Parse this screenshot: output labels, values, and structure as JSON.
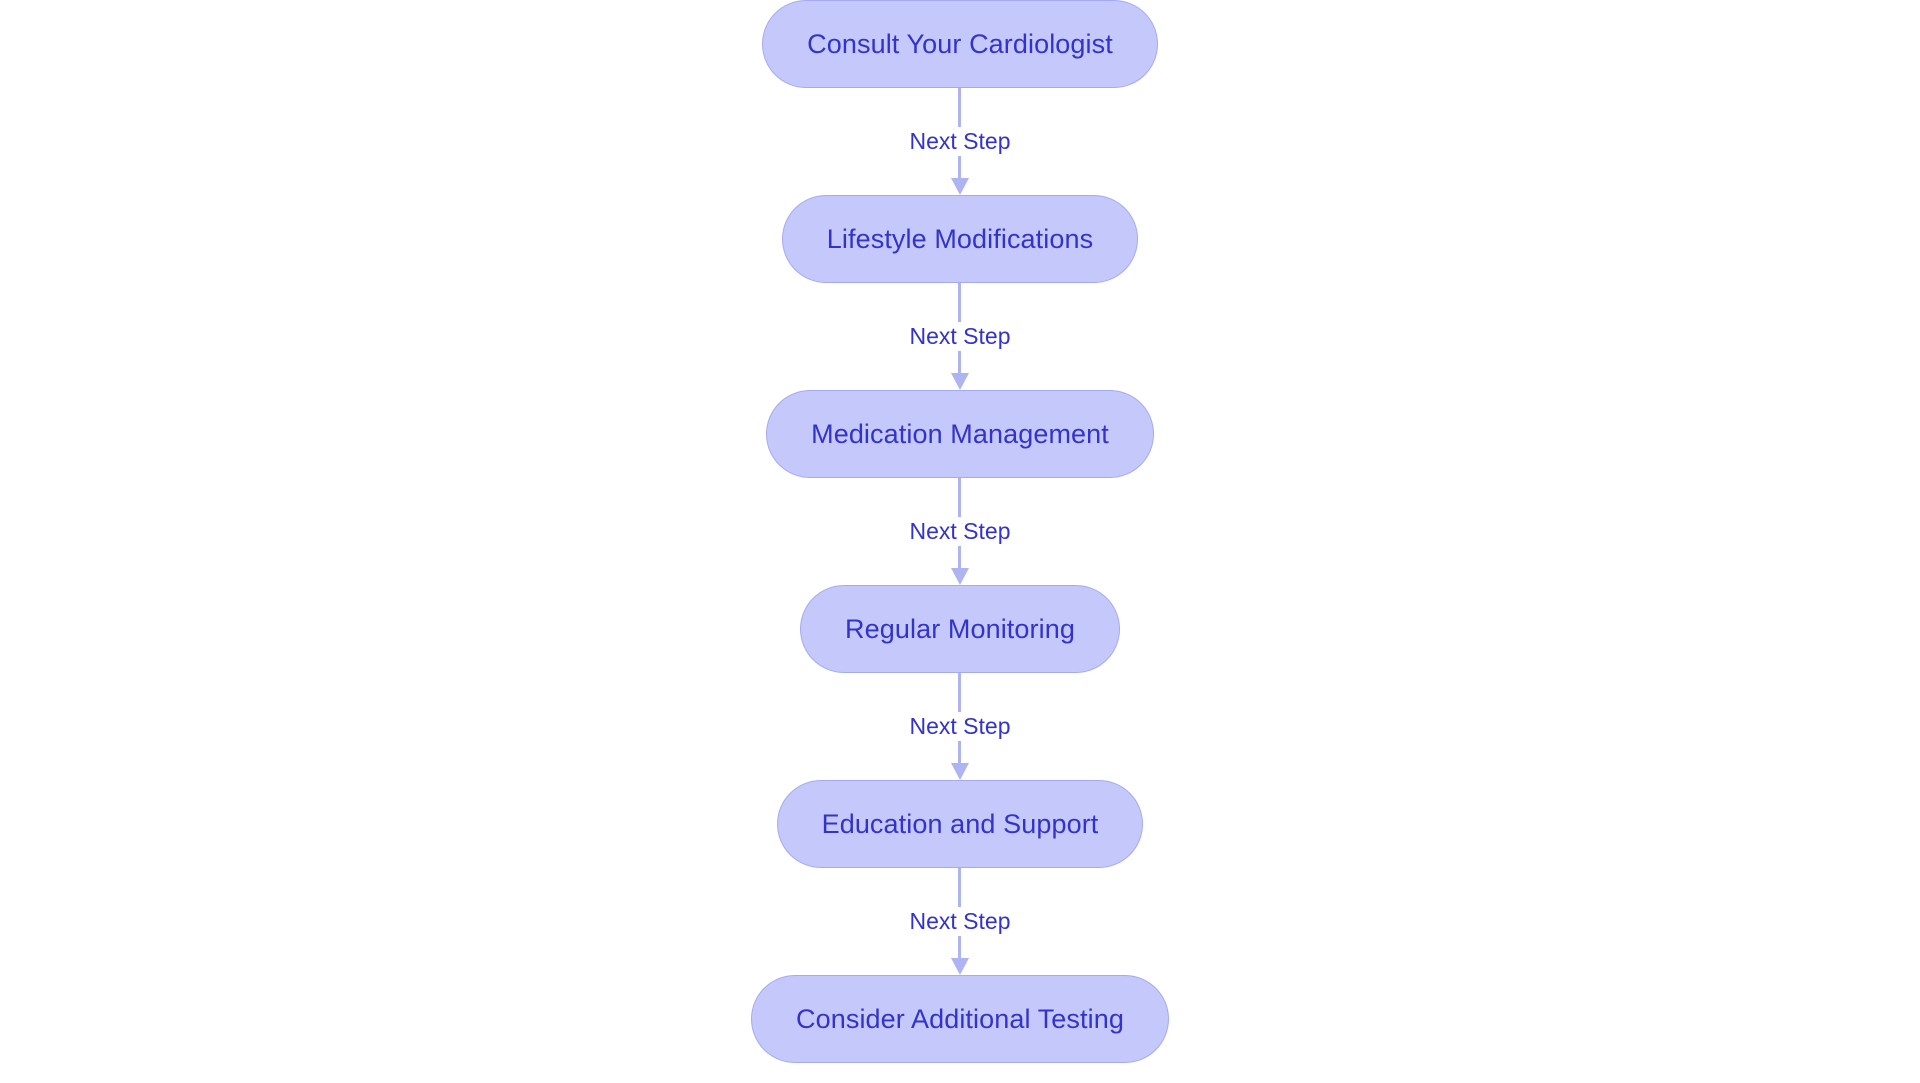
{
  "diagram": {
    "type": "flowchart",
    "orientation": "vertical-top-down",
    "title": "",
    "background_color": "#ffffff",
    "node_fill_color": "#c5c8fa",
    "node_border_color": "#a5aaf0",
    "node_text_color": "#3333cc",
    "edge_color": "#aeb3f2",
    "edge_label_color": "#3333cc",
    "nodes": [
      {
        "id": "n1",
        "label": "Consult Your Cardiologist",
        "shape": "pill"
      },
      {
        "id": "n2",
        "label": "Lifestyle Modifications",
        "shape": "pill"
      },
      {
        "id": "n3",
        "label": "Medication Management",
        "shape": "pill"
      },
      {
        "id": "n4",
        "label": "Regular Monitoring",
        "shape": "pill"
      },
      {
        "id": "n5",
        "label": "Education and Support",
        "shape": "pill"
      },
      {
        "id": "n6",
        "label": "Consider Additional Testing",
        "shape": "pill"
      }
    ],
    "edges": [
      {
        "from": "n1",
        "to": "n2",
        "label": "Next Step",
        "arrow": "down"
      },
      {
        "from": "n2",
        "to": "n3",
        "label": "Next Step",
        "arrow": "down"
      },
      {
        "from": "n3",
        "to": "n4",
        "label": "Next Step",
        "arrow": "down"
      },
      {
        "from": "n4",
        "to": "n5",
        "label": "Next Step",
        "arrow": "down"
      },
      {
        "from": "n5",
        "to": "n6",
        "label": "Next Step",
        "arrow": "down"
      }
    ]
  }
}
